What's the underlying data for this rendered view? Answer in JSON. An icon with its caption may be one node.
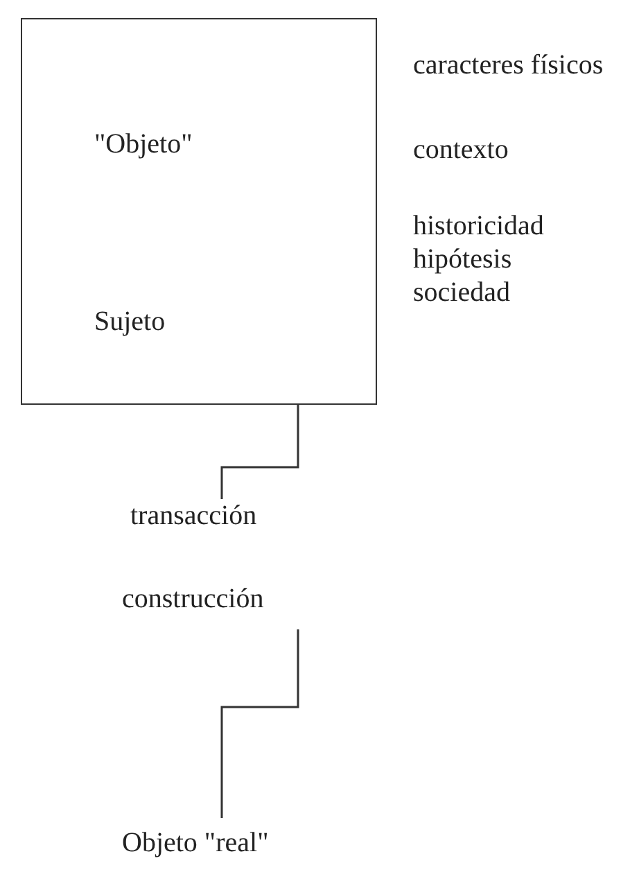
{
  "diagram": {
    "nodes": [
      {
        "text": [
          "\"Objeto\"",
          "Sujeto"
        ]
      },
      {
        "text": [
          "transacción"
        ]
      },
      {
        "text": [
          "construcción"
        ]
      },
      {
        "text": [
          "Objeto \"real\""
        ]
      }
    ],
    "edges": [
      {
        "from": 0,
        "to": 1,
        "arrow": "none"
      },
      {
        "from": 2,
        "to": 3,
        "arrow": "none"
      }
    ],
    "labels": [
      "caracteres físicos",
      "contexto",
      "historicidad",
      "hipótesis",
      "sociedad"
    ]
  }
}
